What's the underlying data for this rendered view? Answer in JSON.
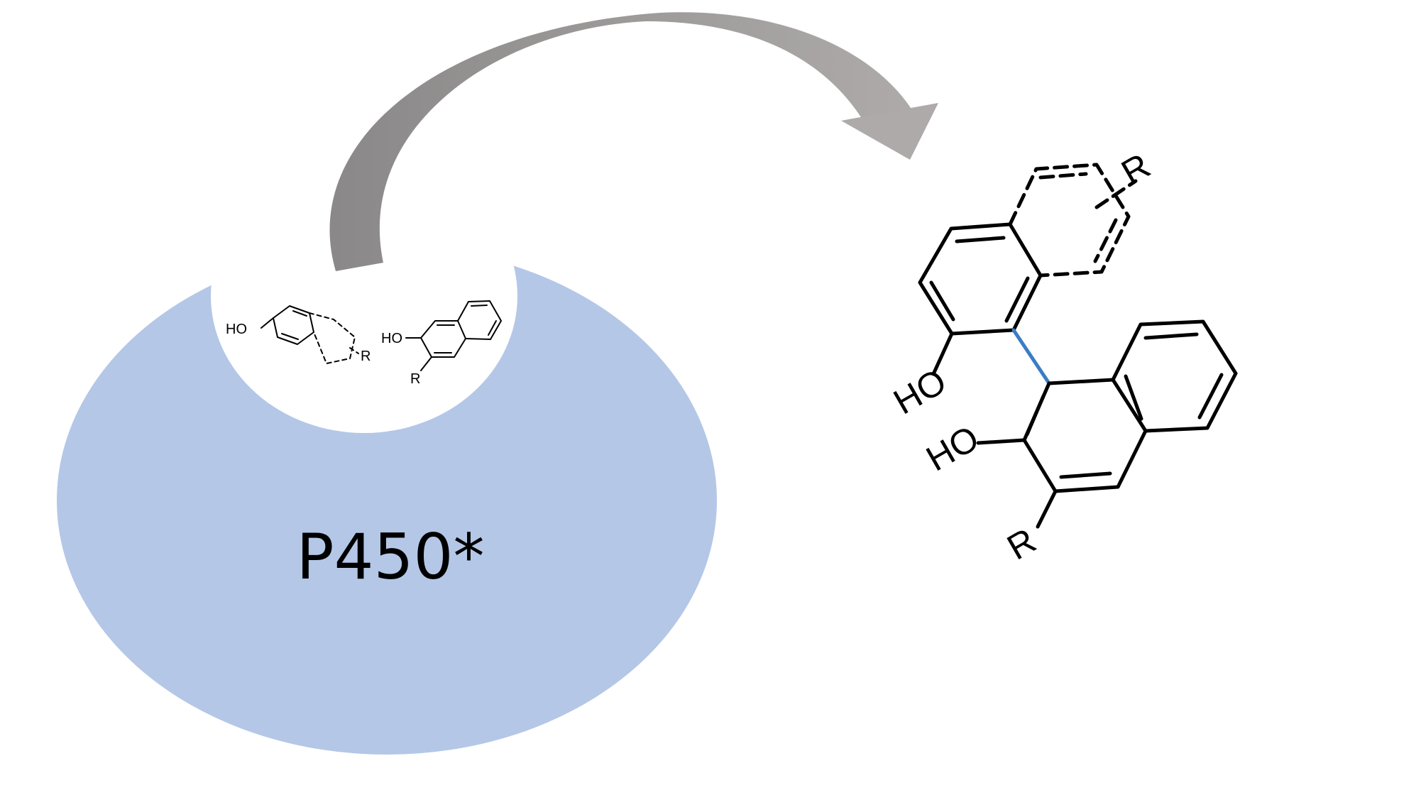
{
  "enzyme": {
    "label": "P450*",
    "fill_color": "#b4c7e7"
  },
  "arrow": {
    "color_dark": "#8a8888",
    "color_light": "#aeaaaa",
    "icon": "curved-arrow-icon"
  },
  "substrates": {
    "phenol_hydroxyl": "HO",
    "phenol_substituent": "R",
    "naphthol_hydroxyl": "HO",
    "naphthol_substituent": "R"
  },
  "product": {
    "upper_hydroxyl": "HO",
    "lower_hydroxyl": "HO",
    "upper_substituent": "R",
    "lower_substituent": "R",
    "new_bond_color": "#3b7dc4"
  }
}
